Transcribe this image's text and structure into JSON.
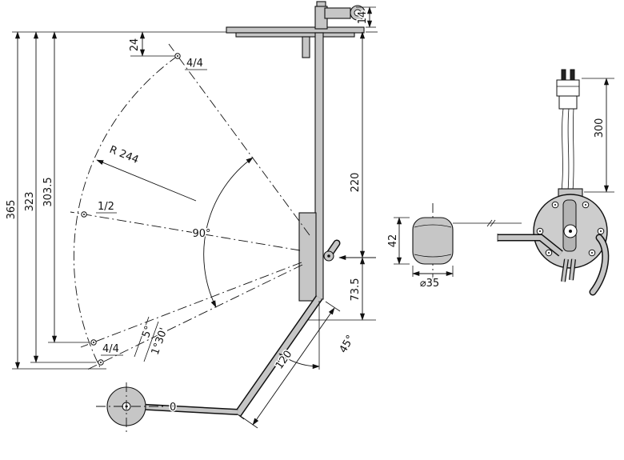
{
  "drawing": {
    "type": "technical-drawing-fuel-sender",
    "main_view": {
      "dim_365": "365",
      "dim_323": "323",
      "dim_303_5": "303.5",
      "dim_24": "24",
      "dim_14": "14",
      "dim_220": "220",
      "dim_73_5": "73.5",
      "dim_120": "120",
      "radius_label": "R 244",
      "angle_90": "90°",
      "angle_45": "45°",
      "angle_5": "5°",
      "angle_1_30": "1°30'",
      "pos_full_top": "4/4",
      "pos_half": "1/2",
      "pos_full_bottom": "4/4",
      "pos_rest": "0"
    },
    "float_detail": {
      "dim_42": "42",
      "dim_diameter": "⌀35"
    },
    "side_view": {
      "dim_300": "300"
    },
    "colors": {
      "line": "#111111",
      "metal_fill": "#c6c6c6",
      "background": "#ffffff"
    }
  }
}
